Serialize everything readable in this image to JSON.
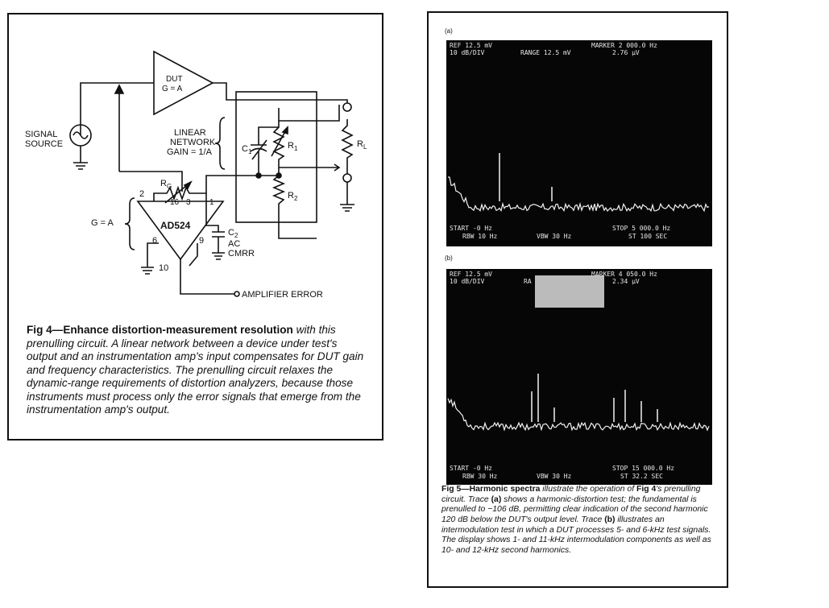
{
  "fig4": {
    "dut": {
      "line1": "DUT",
      "line2": "G = A"
    },
    "signal_source": {
      "line1": "SIGNAL",
      "line2": "SOURCE"
    },
    "linear_network": {
      "line1": "LINEAR",
      "line2": "NETWORK",
      "line3": "GAIN = 1/A"
    },
    "c1": "C",
    "c1_sub": "1",
    "r1": "R",
    "r1_sub": "1",
    "r2": "R",
    "r2_sub": "2",
    "rl": "R",
    "rl_sub": "L",
    "rg": "R",
    "rg_sub": "G",
    "pin2": "2",
    "pin16": "16",
    "pin3": "3",
    "pin1": "1",
    "pin6": "6",
    "pin9": "9",
    "pin10": "10",
    "amp_label": "AD524",
    "gain_label": "G = A",
    "c2": "C",
    "c2_sub": "2",
    "c2_line2": "AC",
    "c2_line3": "CMRR",
    "amplifier_error": "AMPLIFIER ERROR",
    "caption_bold": "Fig 4—Enhance distortion-measurement resolution",
    "caption_text": " with this prenulling circuit. A linear network between a device under test's output and an instrumentation amp's input compensates for DUT gain and frequency characteristics. The prenulling circuit relaxes the dynamic-range requirements of distortion analyzers, because those instruments must process only the error signals that emerge from the instrumentation amp's output."
  },
  "fig5": {
    "label_a": "(a)",
    "label_b": "(b)",
    "trace_a": {
      "top_left_1": "REF 12.5 mV",
      "top_left_2": "10 dB/DIV",
      "range": "RANGE 12.5 mV",
      "marker_1": "MARKER 2 000.0 Hz",
      "marker_2": "2.76 µV",
      "start": "START -0 Hz",
      "rbw": "RBW 10 Hz",
      "vbw": "VBW 30 Hz",
      "stop": "STOP 5 000.0 Hz",
      "st": "ST 100 SEC"
    },
    "trace_b": {
      "top_left_1": "REF 12.5 mV",
      "top_left_2": "10 dB/DIV",
      "range": "RA",
      "marker_1": "MARKER 4 050.0 Hz",
      "marker_2": "2.34 µV",
      "start": "START -0 Hz",
      "rbw": "RBW 30 Hz",
      "vbw": "VBW 30 Hz",
      "stop": "STOP 15 000.0 Hz",
      "st": "ST 32.2 SEC"
    },
    "caption_parts": [
      {
        "b": true,
        "t": "Fig 5—Harmonic spectra"
      },
      {
        "b": false,
        "t": " illustrate the operation of "
      },
      {
        "b": true,
        "t": "Fig 4"
      },
      {
        "b": false,
        "t": "'s prenulling circuit. Trace "
      },
      {
        "b": true,
        "t": "(a)"
      },
      {
        "b": false,
        "t": " shows a harmonic-distortion test; the fundamental is prenulled to −106 dB, permitting clear indication of the second harmonic 120 dB below the DUT's output level. Trace "
      },
      {
        "b": true,
        "t": "(b)"
      },
      {
        "b": false,
        "t": " illustrates an intermodulation test in which a DUT processes 5- and 6-kHz test signals. The display shows 1- and 11-kHz intermodulation components as well as 10- and 12-kHz second harmonics."
      }
    ]
  }
}
